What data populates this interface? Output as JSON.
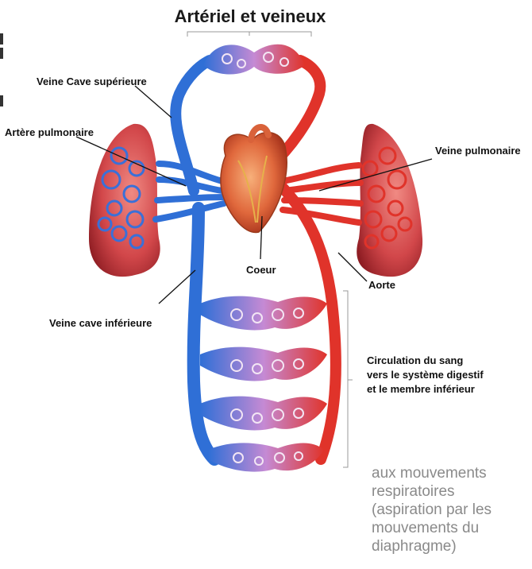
{
  "diagram": {
    "title": "Artériel et veineux",
    "labels": {
      "veine_cave_superieure": "Veine Cave supérieure",
      "artere_pulmonaire": "Artère pulmonaire",
      "veine_pulmonaire": "Veine pulmonaire",
      "coeur": "Coeur",
      "aorte": "Aorte",
      "veine_cave_inferieure": "Veine cave inférieure",
      "circulation_line1": "Circulation du sang",
      "circulation_line2": "vers le système digestif",
      "circulation_line3": "et le membre inférieur"
    },
    "colors": {
      "vein": "#2f6fd6",
      "artery": "#e02a1e",
      "mixed": "#b98ad0",
      "lung": "#c0363a",
      "heart": "#e37a45"
    }
  },
  "side_note": {
    "line1": "aux mouvements",
    "line2": "respiratoires",
    "line3": "(aspiration par les",
    "line4": "mouvements du",
    "line5": "diaphragme)"
  }
}
